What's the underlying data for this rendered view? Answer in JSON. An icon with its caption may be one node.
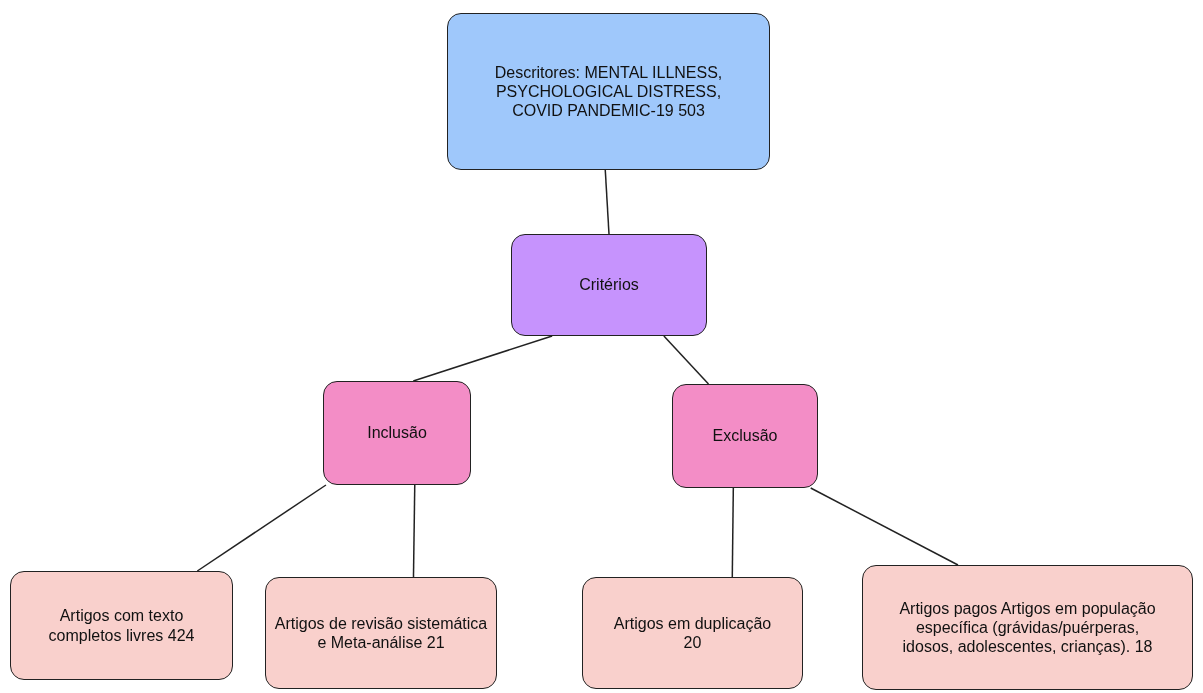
{
  "diagram": {
    "nodes": [
      {
        "text": [
          "Descritores: MENTAL ILLNESS, PSYCHOLOGICAL DISTRESS, COVID PANDEMIC-19 503"
        ]
      },
      {
        "text": [
          "Critérios"
        ]
      },
      {
        "text": [
          "Inclusão"
        ]
      },
      {
        "text": [
          "Exclusão"
        ]
      },
      {
        "text": [
          "Artigos com texto completos livres 424"
        ]
      },
      {
        "text": [
          "Artigos de revisão sistemática e Meta-análise 21"
        ]
      },
      {
        "text": [
          "Artigos em duplicação 20"
        ]
      },
      {
        "text": [
          "Artigos pagos Artigos em população específica (grávidas/puérperas, idosos, adolescentes, crianças). 18"
        ]
      }
    ],
    "edges": [
      {
        "from": 0,
        "to": 1,
        "arrow": "none"
      },
      {
        "from": 1,
        "to": 2,
        "arrow": "none"
      },
      {
        "from": 1,
        "to": 3,
        "arrow": "none"
      },
      {
        "from": 2,
        "to": 4,
        "arrow": "none"
      },
      {
        "from": 2,
        "to": 5,
        "arrow": "none"
      },
      {
        "from": 3,
        "to": 6,
        "arrow": "none"
      },
      {
        "from": 3,
        "to": 7,
        "arrow": "none"
      }
    ]
  }
}
